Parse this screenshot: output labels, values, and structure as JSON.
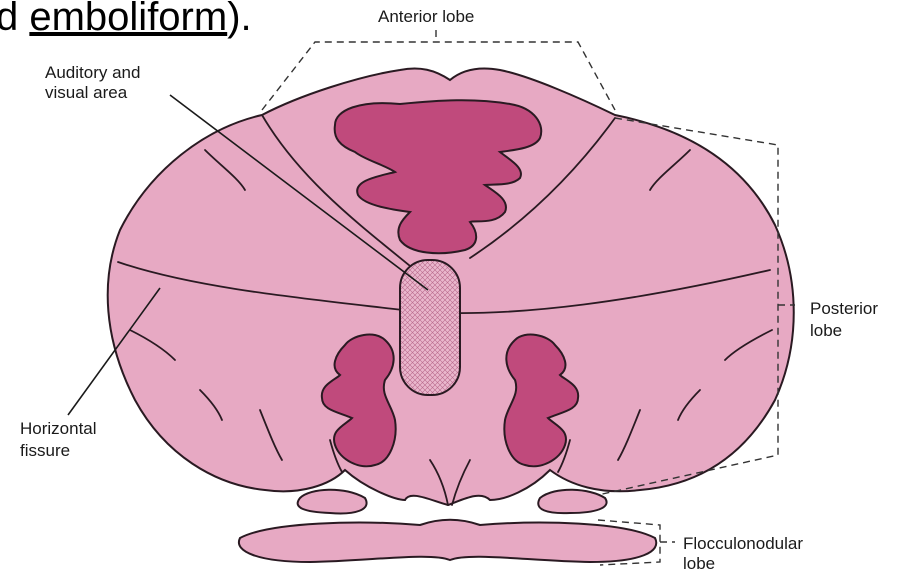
{
  "heading_fragment": "d ",
  "heading_link": "emboliform",
  "heading_tail": ").",
  "labels": {
    "anterior": "Anterior lobe",
    "auditory_line1": "Auditory and",
    "auditory_line2": "visual area",
    "posterior_line1": "Posterior",
    "posterior_line2": "lobe",
    "horizontal_line1": "Horizontal",
    "horizontal_line2": "fissure",
    "floccu_line1": "Flocculonodular",
    "floccu_line2": "lobe"
  },
  "colors": {
    "tissue": "#e7a9c3",
    "nucleus": "#c04a7c",
    "vermis_hatch": "#e6b3c9"
  }
}
